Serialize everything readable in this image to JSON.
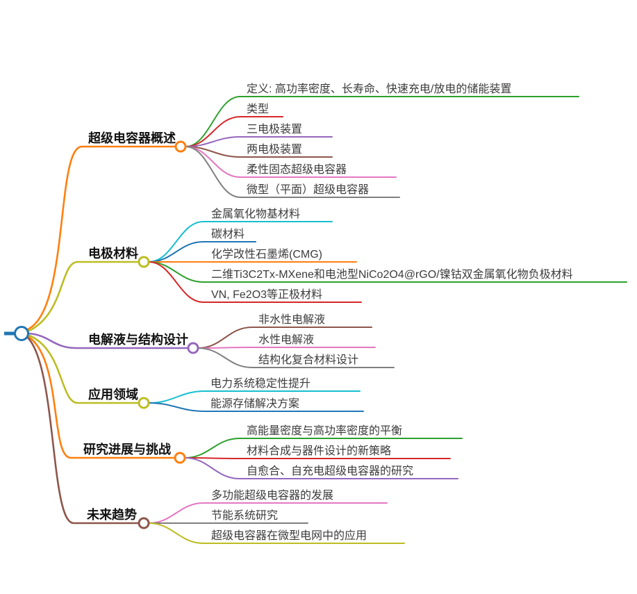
{
  "root": {
    "color": "#1f77b4"
  },
  "branches": [
    {
      "label": "超级电容器概述",
      "color": "#ff7f0e",
      "children": [
        {
          "label": "定义: 高功率密度、长寿命、快速充电/放电的储能装置",
          "color": "#2ca02c"
        },
        {
          "label": "类型",
          "color": "#d62728"
        },
        {
          "label": "三电极装置",
          "color": "#9467bd"
        },
        {
          "label": "两电极装置",
          "color": "#8c564b"
        },
        {
          "label": "柔性固态超级电容器",
          "color": "#e377c2"
        },
        {
          "label": "微型（平面）超级电容器",
          "color": "#7f7f7f"
        }
      ]
    },
    {
      "label": "电极材料",
      "color": "#bcbd22",
      "children": [
        {
          "label": "金属氧化物基材料",
          "color": "#17becf"
        },
        {
          "label": "碳材料",
          "color": "#1f77b4"
        },
        {
          "label": "化学改性石墨烯(CMG)",
          "color": "#ff7f0e"
        },
        {
          "label": "二维Ti3C2Tx-MXene和电池型NiCo2O4@rGO/镍钴双金属氧化物负极材料",
          "color": "#2ca02c"
        },
        {
          "label": "VN, Fe2O3等正极材料",
          "color": "#d62728"
        }
      ]
    },
    {
      "label": "电解液与结构设计",
      "color": "#9467bd",
      "children": [
        {
          "label": "非水性电解液",
          "color": "#8c564b"
        },
        {
          "label": "水性电解液",
          "color": "#e377c2"
        },
        {
          "label": "结构化复合材料设计",
          "color": "#7f7f7f"
        }
      ]
    },
    {
      "label": "应用领域",
      "color": "#bcbd22",
      "children": [
        {
          "label": "电力系统稳定性提升",
          "color": "#17becf"
        },
        {
          "label": "能源存储解决方案",
          "color": "#1f77b4"
        }
      ]
    },
    {
      "label": "研究进展与挑战",
      "color": "#ff7f0e",
      "children": [
        {
          "label": "高能量密度与高功率密度的平衡",
          "color": "#2ca02c"
        },
        {
          "label": "材料合成与器件设计的新策略",
          "color": "#d62728"
        },
        {
          "label": "自愈合、自充电超级电容器的研究",
          "color": "#9467bd"
        }
      ]
    },
    {
      "label": "未来趋势",
      "color": "#8c564b",
      "children": [
        {
          "label": "多功能超级电容器的发展",
          "color": "#e377c2"
        },
        {
          "label": "节能系统研究",
          "color": "#7f7f7f"
        },
        {
          "label": "超级电容器在微型电网中的应用",
          "color": "#bcbd22"
        }
      ]
    }
  ]
}
